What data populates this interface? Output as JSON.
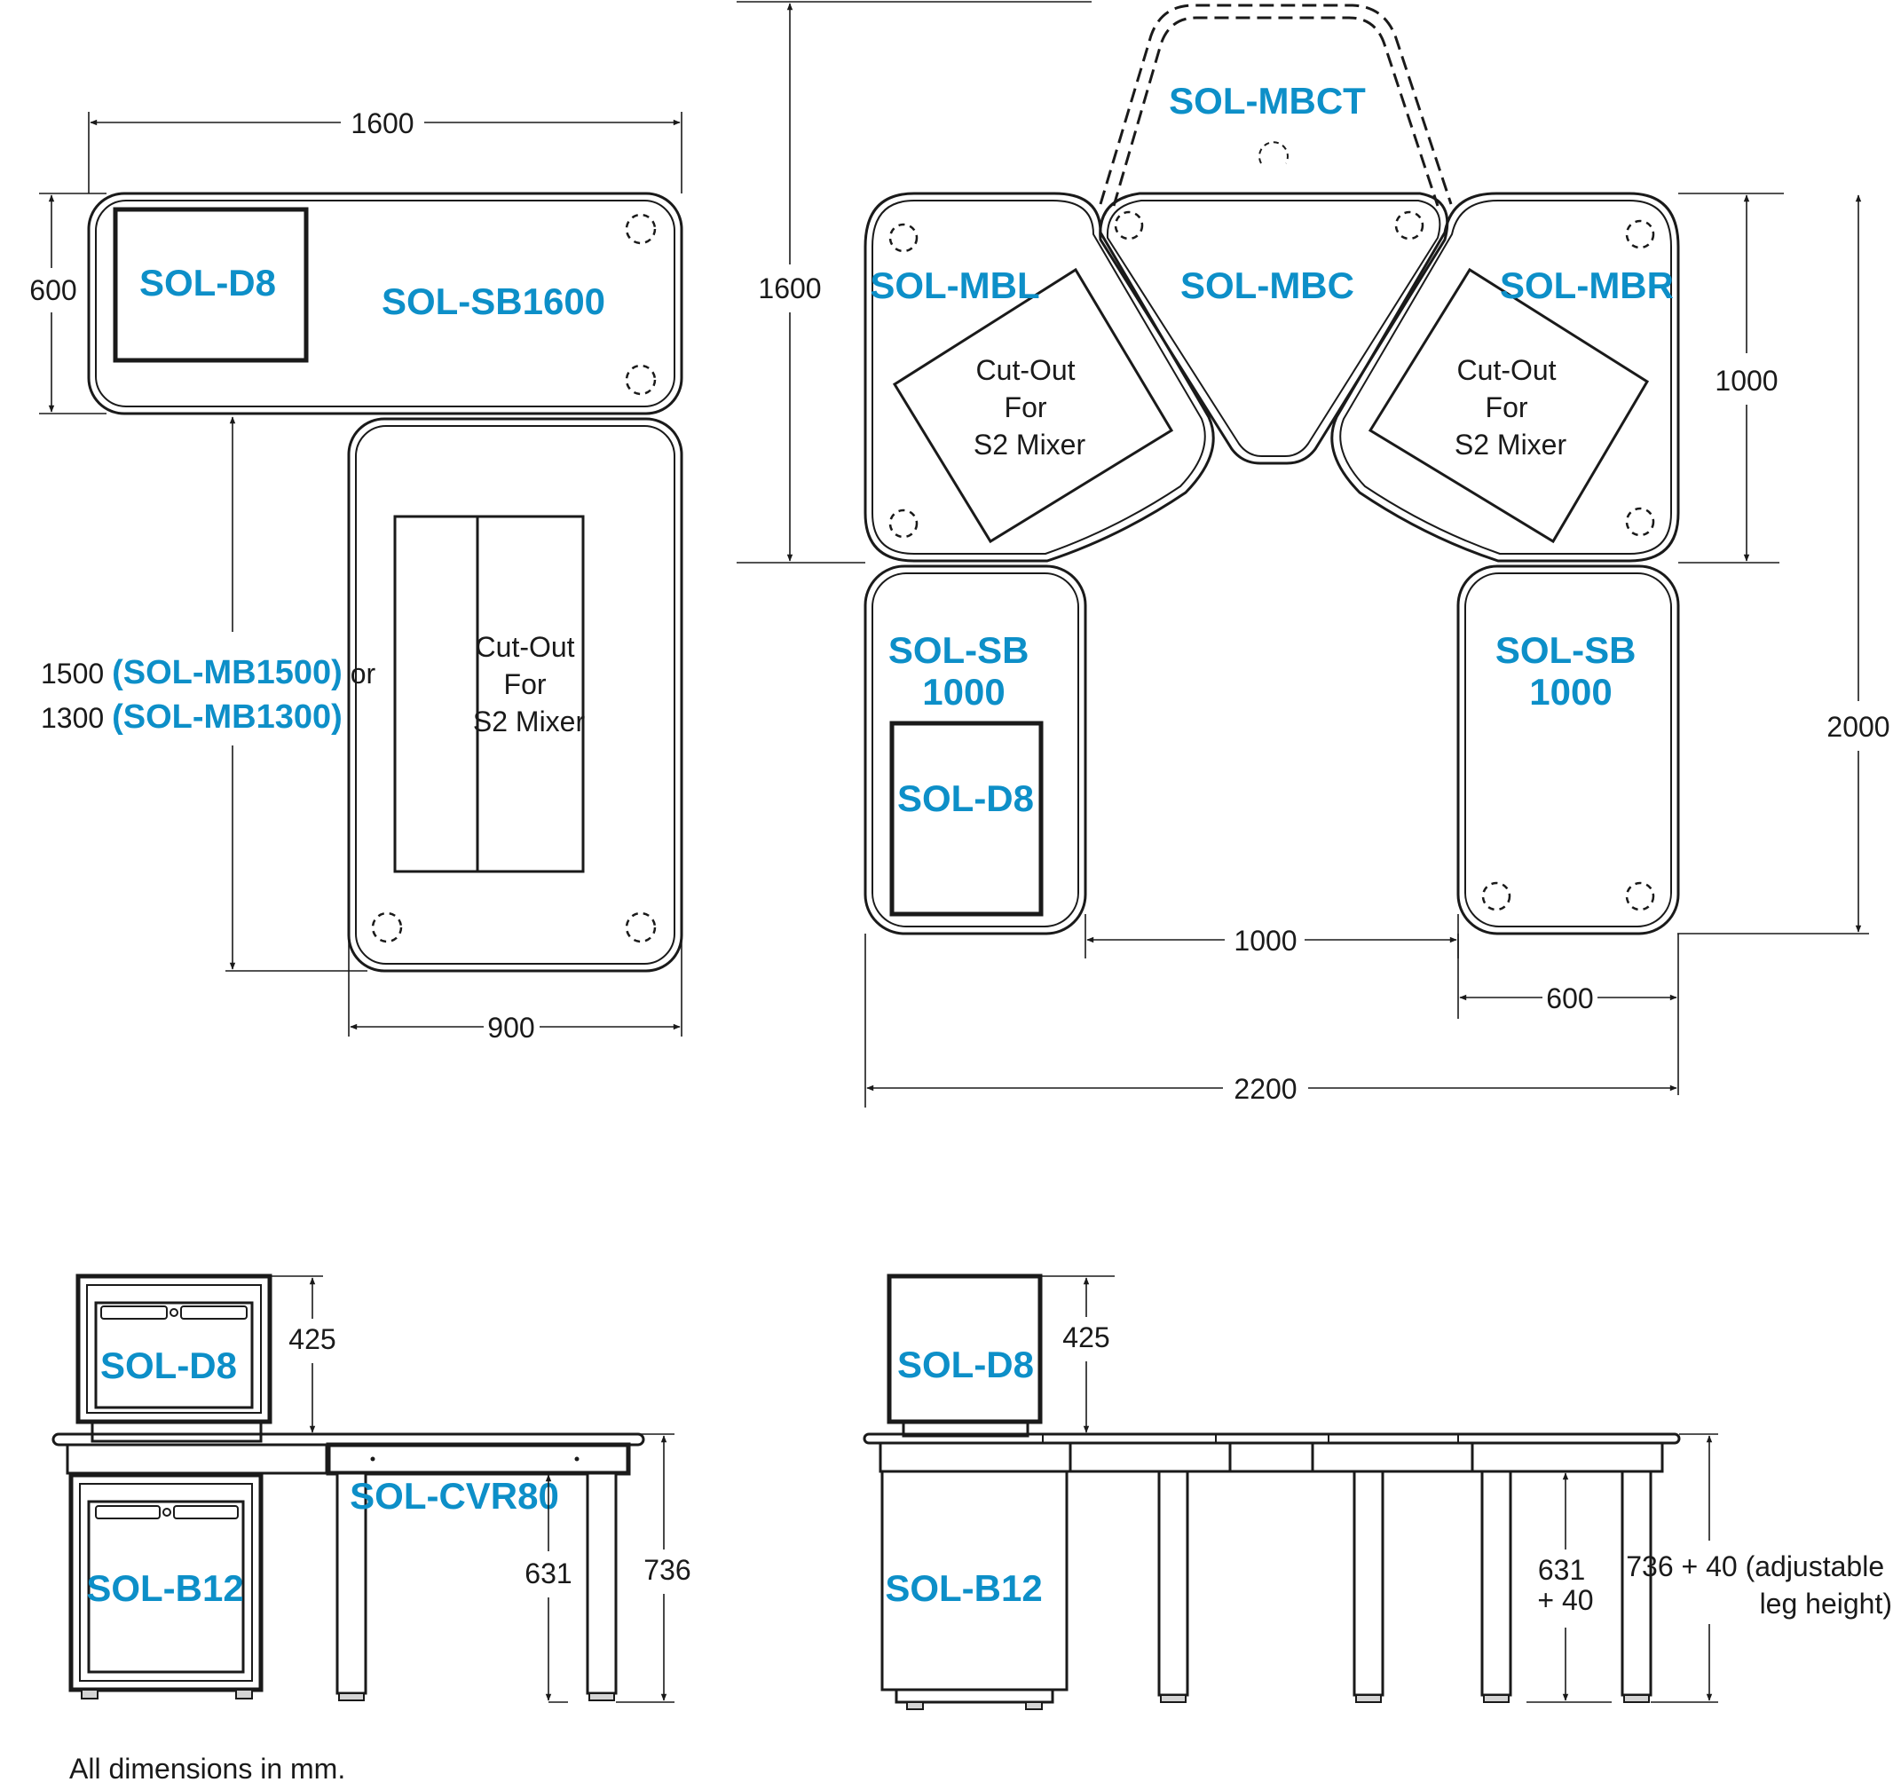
{
  "labels": {
    "d8_top_left": "SOL-D8",
    "sb1600": "SOL-SB1600",
    "mbct": "SOL-MBCT",
    "mbl": "SOL-MBL",
    "mbc": "SOL-MBC",
    "mbr": "SOL-MBR",
    "sb_left": [
      "SOL-SB",
      "1000"
    ],
    "sb_right": [
      "SOL-SB",
      "1000"
    ],
    "d8_plan_right": "SOL-D8",
    "d8_elev_left": "SOL-D8",
    "b12_elev_left": "SOL-B12",
    "cvr80": "SOL-CVR80",
    "d8_elev_right": "SOL-D8",
    "b12_elev_right": "SOL-B12"
  },
  "cutouts": {
    "vertical": [
      "Cut-Out",
      "For",
      "S2 Mixer"
    ],
    "mbl": [
      "Cut-Out",
      "For",
      "S2 Mixer"
    ],
    "mbr": [
      "Cut-Out",
      "For",
      "S2 Mixer"
    ]
  },
  "dimensions": {
    "left_width": "1600",
    "left_depth": "600",
    "mb_length_line1_value": "1500",
    "mb_length_line1_model": "(SOL-MB1500)",
    "mb_length_line1_suffix": "or",
    "mb_length_line2_value": "1300",
    "mb_length_line2_model": "(SOL-MB1300)",
    "mb_width": "900",
    "right_upper_height": "1600",
    "right_module_depth": "1000",
    "right_total_depth": "2000",
    "right_gap": "1000",
    "right_sb_width": "600",
    "right_total_width": "2200",
    "elev_left_d8_height": "425",
    "elev_left_desk_height": "631",
    "elev_left_total_height": "736",
    "elev_right_d8_height": "425",
    "elev_right_desk_height": [
      "631",
      "+ 40"
    ],
    "elev_right_total_height": [
      "736 + 40 (adjustable",
      "leg height)"
    ]
  },
  "footnote": "All dimensions in mm."
}
